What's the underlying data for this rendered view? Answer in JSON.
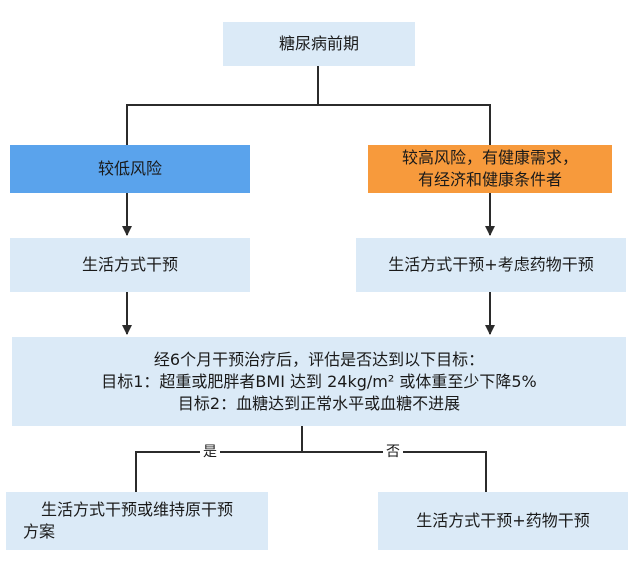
{
  "nodes": {
    "root": {
      "text": "糖尿病前期"
    },
    "low_risk": {
      "text": "较低风险",
      "color": "#5aa3ec"
    },
    "high_risk": {
      "lines": [
        "较高风险，有健康需求，",
        "有经济和健康条件者"
      ],
      "color": "#f79a3c"
    },
    "lifestyle": {
      "text": "生活方式干预"
    },
    "lifestyle_drug": {
      "text": "生活方式干预+考虑药物干预"
    },
    "evaluation": {
      "lines": [
        "经6个月干预治疗后，评估是否达到以下目标：",
        "目标1：超重或肥胖者BMI 达到 24kg/m² 或体重至少下降5%",
        "目标2：血糖达到正常水平或血糖不进展"
      ]
    },
    "maintain": {
      "lines": [
        "生活方式干预或维持原干预",
        "方案"
      ]
    },
    "lifestyle_plus_drug": {
      "text": "生活方式干预+药物干预"
    }
  },
  "edge_labels": {
    "yes": "是",
    "no": "否"
  },
  "colors": {
    "box_fill": "#dbeaf7",
    "line": "#2b2b2b"
  }
}
